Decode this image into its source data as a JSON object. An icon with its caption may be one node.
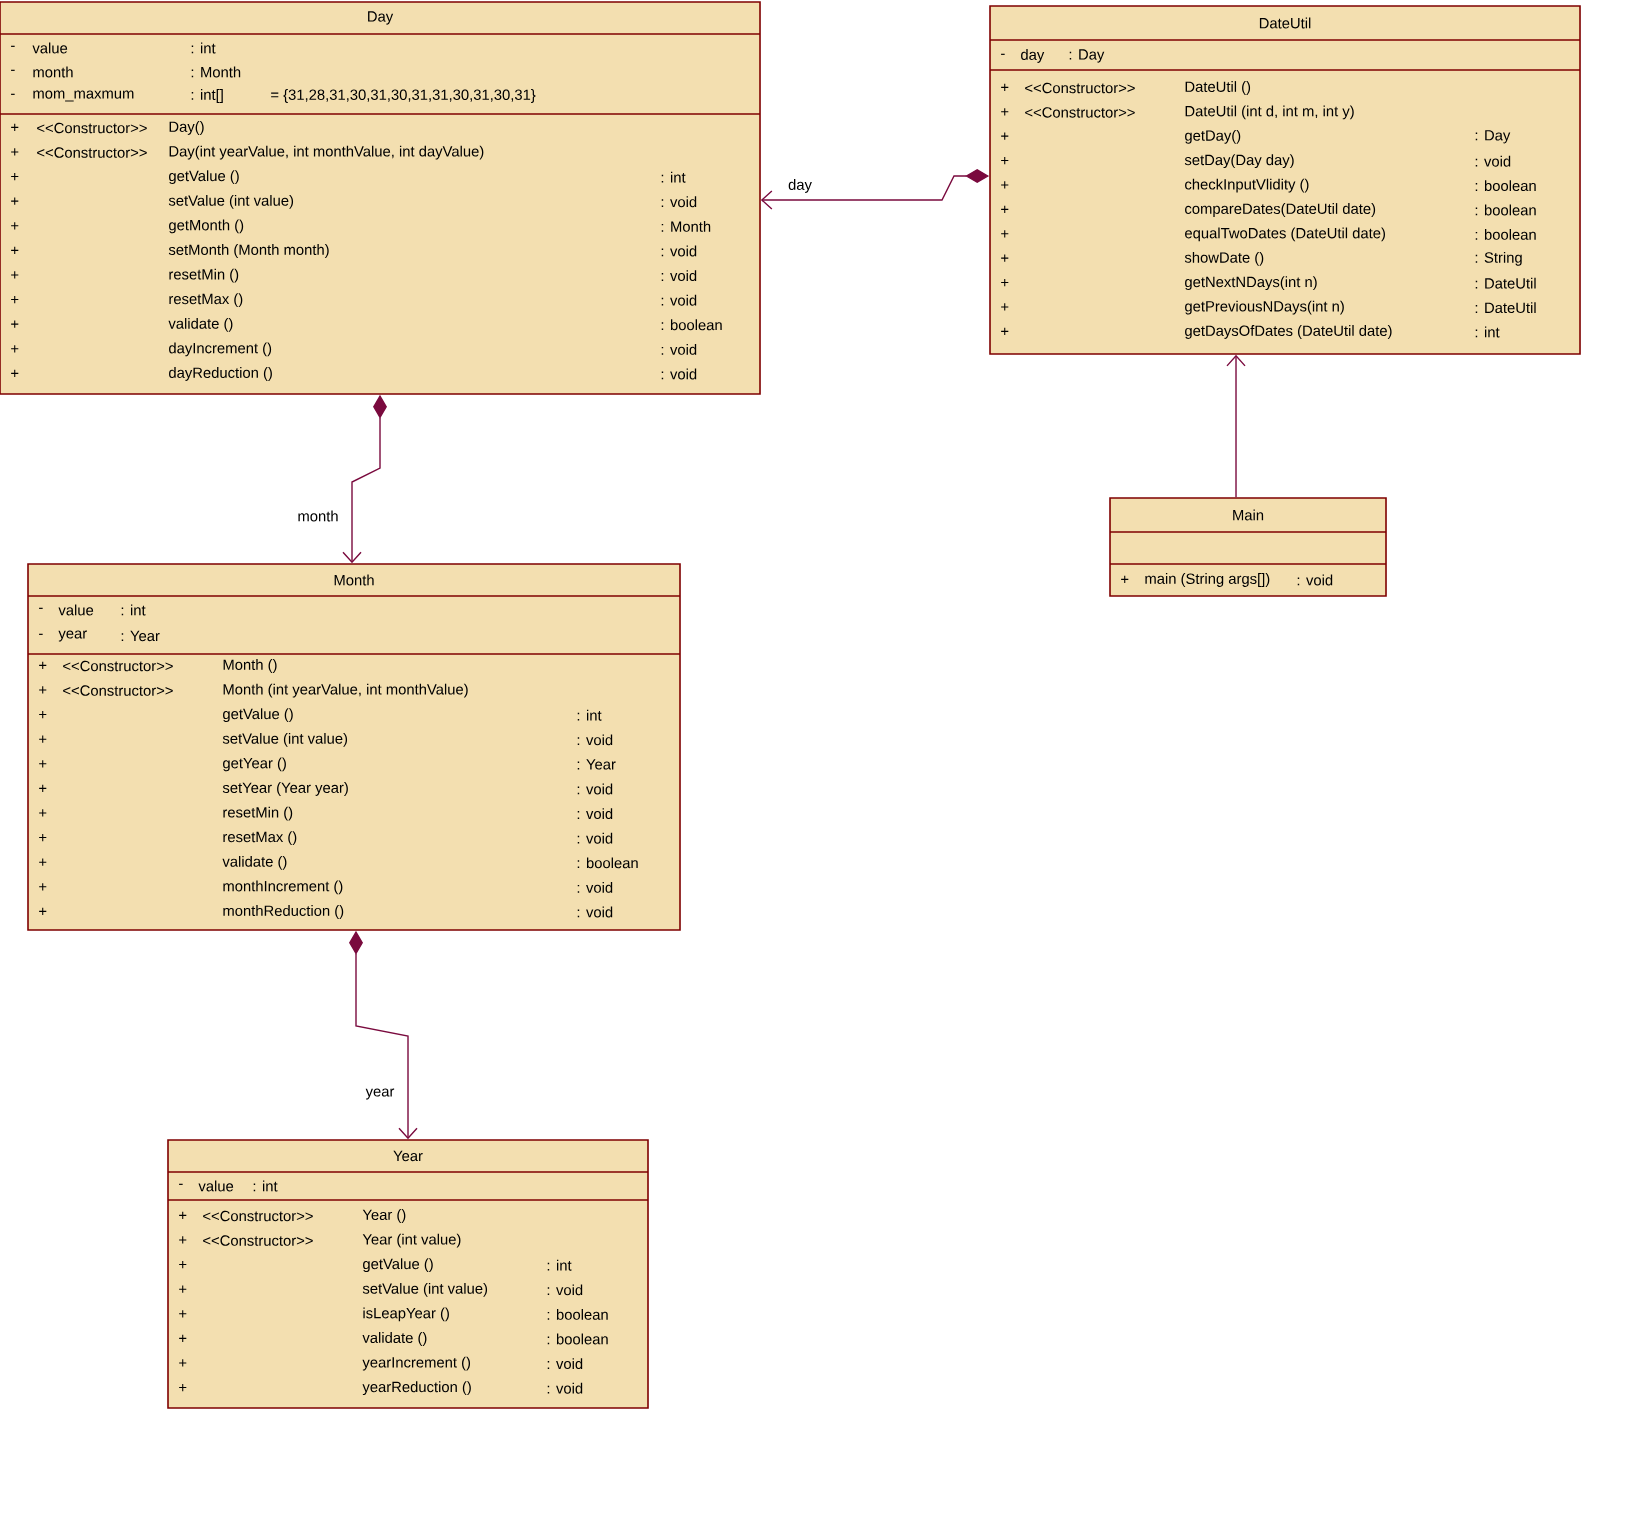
{
  "diagram": {
    "nodes": [
      {
        "text": [
          "Day",
          "-",
          "value",
          ": int",
          "-",
          "month",
          ": Month",
          "-",
          "mom_maxmum",
          ": int[]",
          "= {31,28,31,30,31,30,31,31,30,31,30,31}",
          "+",
          "<<Constructor>>",
          "Day()",
          "+",
          "<<Constructor>>",
          "Day(int yearValue, int monthValue, int dayValue)",
          "+",
          "getValue ()",
          ": int",
          "+",
          "setValue (int value)",
          ": void",
          "+",
          "getMonth ()",
          ": Month",
          "+",
          "setMonth (Month month)",
          ": void",
          "+",
          "resetMin ()",
          ": void",
          "+",
          "resetMax ()",
          ": void",
          "+",
          "validate ()",
          ": boolean",
          "+",
          "dayIncrement ()",
          ": void",
          "+",
          "dayReduction ()",
          ": void"
        ]
      },
      {
        "text": [
          "DateUtil",
          "-",
          "day",
          ": Day",
          "+",
          "<<Constructor>>",
          "DateUtil ()",
          "+",
          "<<Constructor>>",
          "DateUtil (int d, int m, int y)",
          "+",
          "getDay()",
          ": Day",
          "+",
          "setDay(Day day)",
          ": void",
          "+",
          "checkInputVlidity ()",
          ": boolean",
          "+",
          "compareDates(DateUtil date)",
          ": boolean",
          "+",
          "equalTwoDates (DateUtil date)",
          ": boolean",
          "+",
          "showDate ()",
          ": String",
          "+",
          "getNextNDays(int n)",
          ": DateUtil",
          "+",
          "getPreviousNDays(int n)",
          ": DateUtil",
          "+",
          "getDaysOfDates (DateUtil date)",
          ": int"
        ]
      },
      {
        "text": [
          "Main",
          "+",
          "main (String args[])",
          ": void"
        ]
      },
      {
        "text": [
          "Month",
          "-",
          "value",
          ": int",
          "-",
          "year",
          ": Year",
          "+",
          "<<Constructor>>",
          "Month ()",
          "+",
          "<<Constructor>>",
          "Month (int yearValue, int monthValue)",
          "+",
          "getValue ()",
          ": int",
          "+",
          "setValue (int value)",
          ": void",
          "+",
          "getYear ()",
          ": Year",
          "+",
          "setYear (Year year)",
          ": void",
          "+",
          "resetMin ()",
          ": void",
          "+",
          "resetMax ()",
          ": void",
          "+",
          "validate ()",
          ": boolean",
          "+",
          "monthIncrement ()",
          ": void",
          "+",
          "monthReduction ()",
          ": void"
        ]
      },
      {
        "text": [
          "Year",
          "-",
          "value",
          ": int",
          "+",
          "<<Constructor>>",
          "Year ()",
          "+",
          "<<Constructor>>",
          "Year (int value)",
          "+",
          "getValue ()",
          ": int",
          "+",
          "setValue (int value)",
          ": void",
          "+",
          "isLeapYear ()",
          ": boolean",
          "+",
          "validate ()",
          ": boolean",
          "+",
          "yearIncrement ()",
          ": void",
          "+",
          "yearReduction ()",
          ": void"
        ]
      }
    ],
    "edges": [
      {
        "from": 1,
        "to": 0,
        "arrow": "to",
        "label": "day"
      },
      {
        "from": 0,
        "to": 3,
        "arrow": "to",
        "label": "month"
      },
      {
        "from": 3,
        "to": 4,
        "arrow": "to",
        "label": "year"
      },
      {
        "from": 2,
        "to": 1,
        "arrow": "to"
      }
    ]
  }
}
